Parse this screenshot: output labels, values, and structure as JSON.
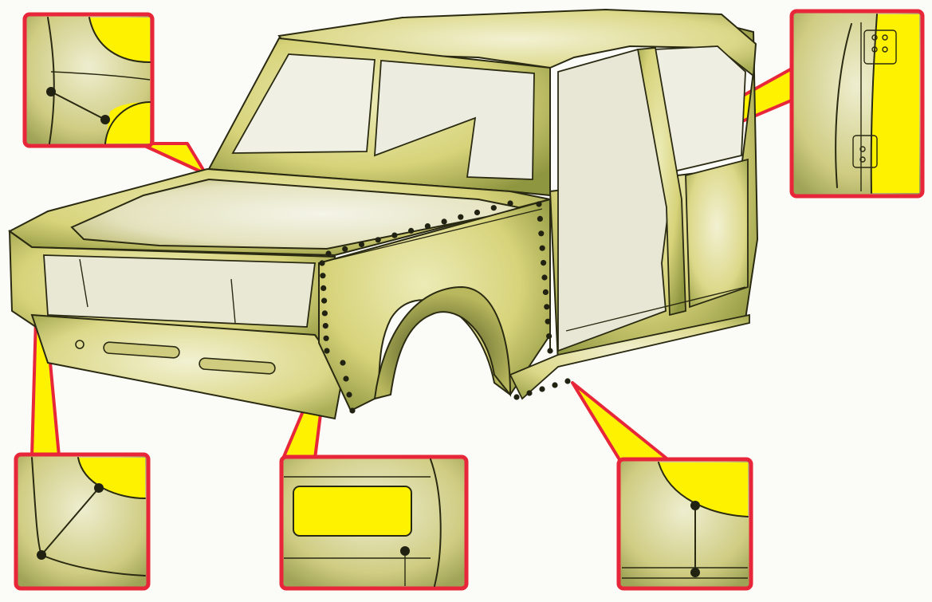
{
  "colors": {
    "body_paint": "#d7d37a",
    "body_shadow": "#5f6a24",
    "callout_border": "#e8263a",
    "callout_highlight": "#fff200",
    "glass": "#efefe6",
    "weld_point": "#222212"
  },
  "callouts": [
    {
      "name": "callout-front-pillar-top",
      "highlight": "yellow",
      "weld_points": 2
    },
    {
      "name": "callout-door-pillar",
      "highlight": "yellow",
      "weld_points": 4
    },
    {
      "name": "callout-front-corner",
      "highlight": "yellow",
      "weld_points": 2
    },
    {
      "name": "callout-wheel-arch-panel",
      "highlight": "yellow",
      "weld_points": 1
    },
    {
      "name": "callout-sill-joint",
      "highlight": "yellow",
      "weld_points": 2
    }
  ]
}
